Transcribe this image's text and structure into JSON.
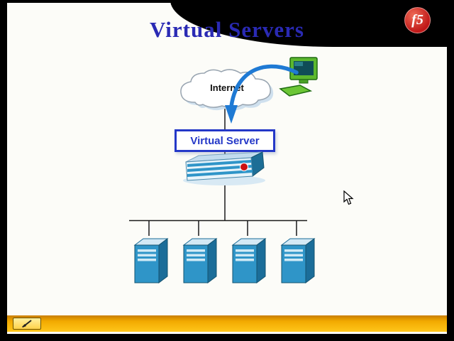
{
  "slide": {
    "title": "Virtual Servers"
  },
  "logo": {
    "text": "f5"
  },
  "diagram": {
    "internet_label": "Internet",
    "virtual_server_label": "Virtual Server",
    "server_count": 4
  },
  "colors": {
    "title_blue": "#2a2ab4",
    "virtual_server_blue": "#2438c8",
    "arrow_blue": "#1f7ad4",
    "server_blue": "#2f95c8",
    "toolbar_yellow": "#f2a900",
    "logo_red": "#c01818",
    "frame_black": "#000000"
  }
}
